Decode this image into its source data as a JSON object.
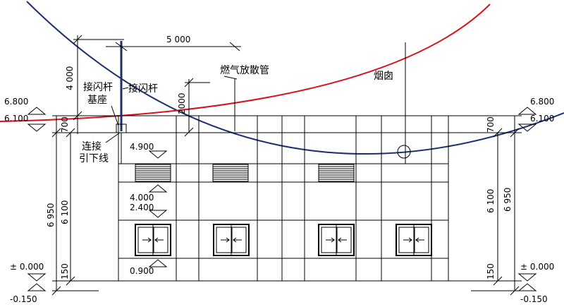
{
  "labels": {
    "rod": "接闪杆",
    "rod_base_line1": "接闪杆",
    "rod_base_line2": "基座",
    "connect_line1": "连接",
    "connect_line2": "引下线",
    "gas_pipe": "燃气放散管",
    "chimney": "烟囱"
  },
  "elevations": {
    "left_top": "6.800",
    "left_mid": "6.100",
    "left_ground": "± 0.000",
    "left_bottom": "-0.150",
    "right_top": "6.800",
    "right_mid": "6.100",
    "right_ground": "± 0.000",
    "right_bottom": "-0.150",
    "louver_top": "4.900",
    "louver_bottom": "4.000",
    "window_top": "2.400",
    "window_bottom": "0.900"
  },
  "dimensions": {
    "rod_offset": "5 000",
    "rod_height": "4 000",
    "pipe_height": "2000",
    "parapet_left": "700",
    "parapet_right": "700",
    "wall_left": "6 100",
    "total_left": "6 950",
    "wall_right": "6 100",
    "total_right": "6 950",
    "base_left": "150",
    "base_right": "150"
  },
  "colors": {
    "protection_arc_a": "#1f2f6e",
    "protection_arc_b": "#d8121a",
    "rod": "#1f2f6e",
    "lines": "#000000"
  }
}
